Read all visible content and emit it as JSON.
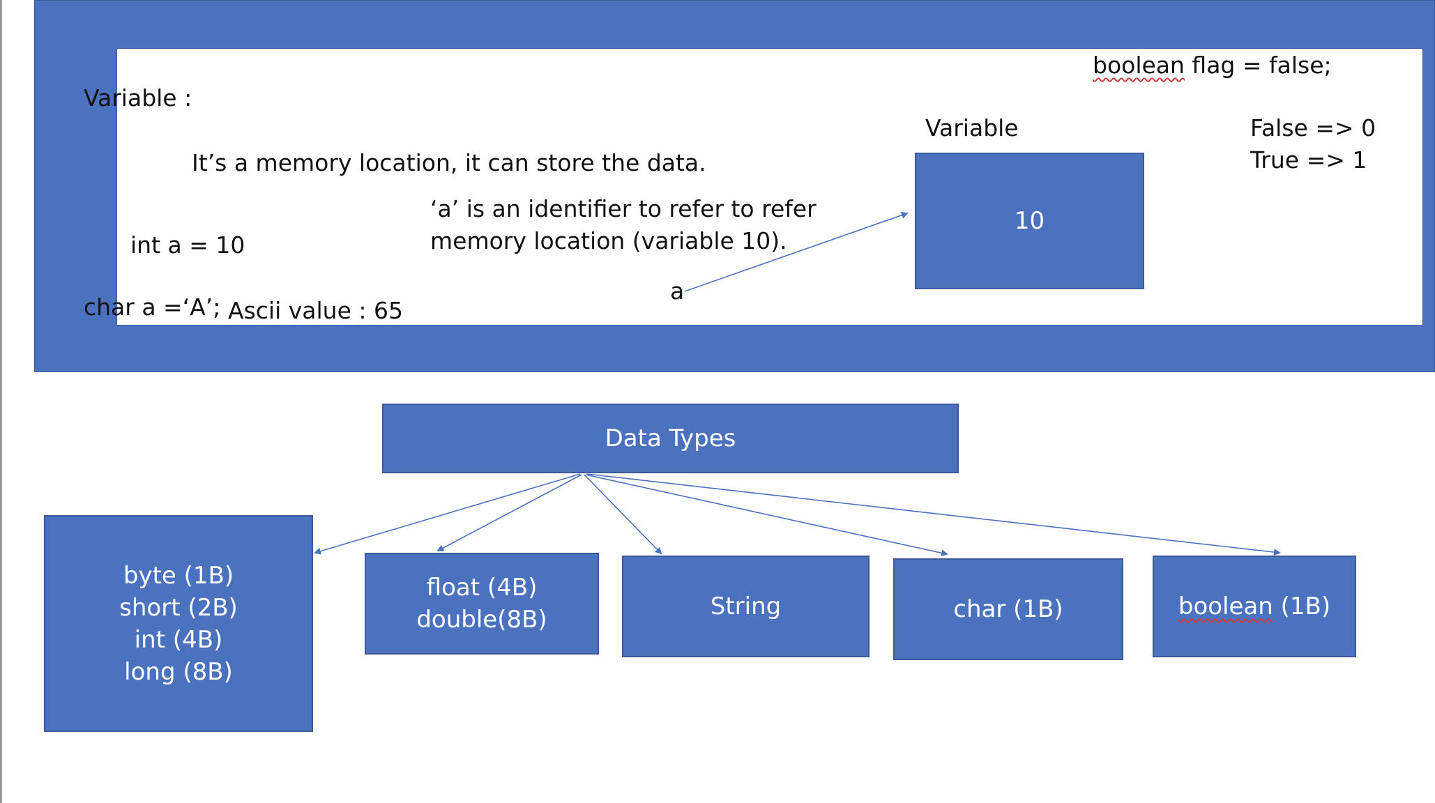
{
  "top": {
    "variable_heading": "Variable :",
    "definition": "It’s a memory location, it can store the data.",
    "int_example": "int a = 10",
    "char_example": "char a =‘A’;",
    "ascii_note": "Ascii value : 65",
    "identifier_line1": "‘a’ is an identifier to refer to refer",
    "identifier_line2": "memory location (variable 10).",
    "identifier_label": "a",
    "memory_box_title": "Variable",
    "memory_box_value": "10",
    "boolean_prefix": "boolean",
    "boolean_rest": " flag = false;",
    "false_mapping": "False => 0",
    "true_mapping": "True => 1"
  },
  "data_types": {
    "root_label": "Data Types",
    "integer_types": [
      "byte (1B)",
      "short (2B)",
      "int (4B)",
      "long (8B)"
    ],
    "float_types": [
      "float (4B)",
      "double(8B)"
    ],
    "string_type": "String",
    "char_type": "char (1B)",
    "boolean_word": "boolean",
    "boolean_size": " (1B)"
  },
  "colors": {
    "box_fill": "#4a72bf",
    "box_border": "#3a5a98",
    "arrow": "#4a72bf",
    "spellcheck": "#d23c3c"
  }
}
